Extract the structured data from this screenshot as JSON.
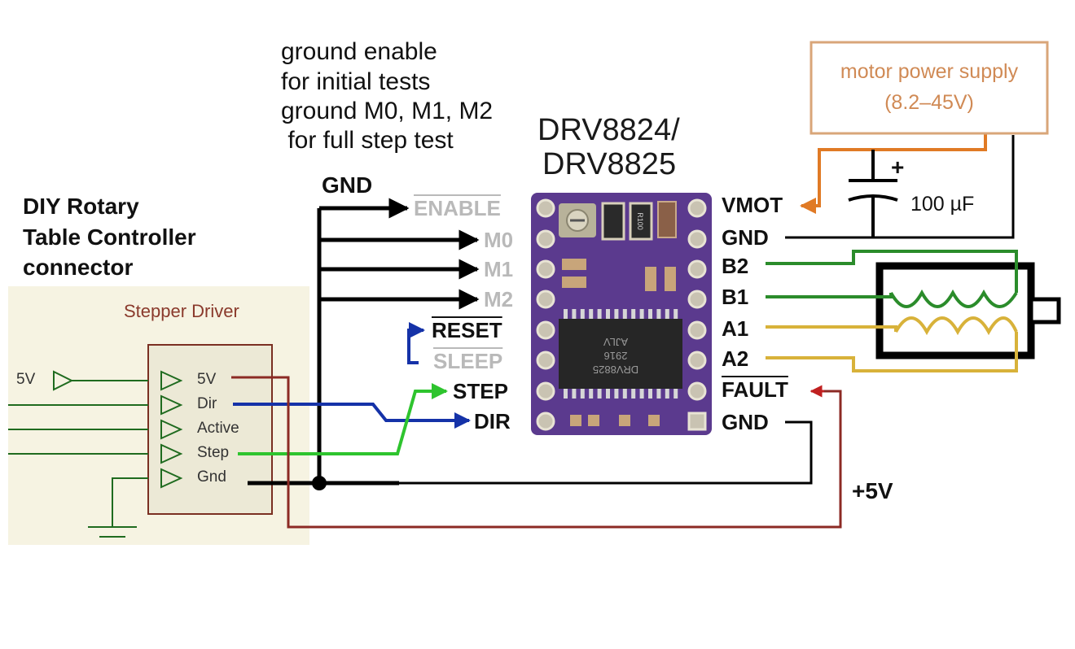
{
  "note_lines": [
    "ground  enable",
    "for initial tests",
    "ground M0, M1, M2",
    " for full step test"
  ],
  "chip_title": [
    "DRV8824/",
    "DRV8825"
  ],
  "gnd_label": "GND",
  "diy_label": [
    "DIY Rotary",
    "Table Controller",
    "connector"
  ],
  "stepper_driver": {
    "title": "Stepper Driver",
    "pins": [
      "5V",
      "Dir",
      "Active",
      "Step",
      "Gnd"
    ],
    "input_label": "5V"
  },
  "left_pins": [
    "ENABLE",
    "M0",
    "M1",
    "M2",
    "RESET",
    "SLEEP",
    "STEP",
    "DIR"
  ],
  "right_pins": [
    "VMOT",
    "GND",
    "B2",
    "B1",
    "A1",
    "A2",
    "FAULT",
    "GND"
  ],
  "power_supply": [
    "motor power supply",
    "(8.2–45V)"
  ],
  "capacitor": {
    "plus": "+",
    "value": "100 µF"
  },
  "plus5v": "+5V",
  "board": {
    "chip_lines": [
      "DRV8825",
      "2916",
      "AJLV"
    ],
    "resistor_label": "R100"
  },
  "colors": {
    "board": "#5b3a8e",
    "dir_wire": "#1532a8",
    "step_wire": "#2ec42e",
    "fivev_wire": "#8c2a24",
    "vmot_wire": "#e07a25",
    "coil_b": "#2b8c2b",
    "coil_a": "#d8b23a",
    "schematic": "#1f6b1f"
  }
}
